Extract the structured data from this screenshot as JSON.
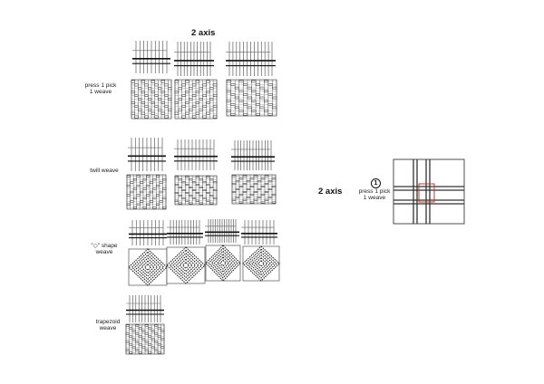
{
  "header": {
    "title": "2 axis"
  },
  "groups": [
    {
      "label_line1": "press 1 pick",
      "label_line2": "1 weave"
    },
    {
      "label_line1": "twill weave",
      "label_line2": ""
    },
    {
      "label_line1": "\"◇\" shape",
      "label_line2": "weave"
    },
    {
      "label_line1": "trapezoid",
      "label_line2": "weave"
    }
  ],
  "detail": {
    "title": "2 axis",
    "badge": "1",
    "label_line1": "press 1 pick",
    "label_line2": "1 weave",
    "highlight_color": "#c0392b"
  }
}
